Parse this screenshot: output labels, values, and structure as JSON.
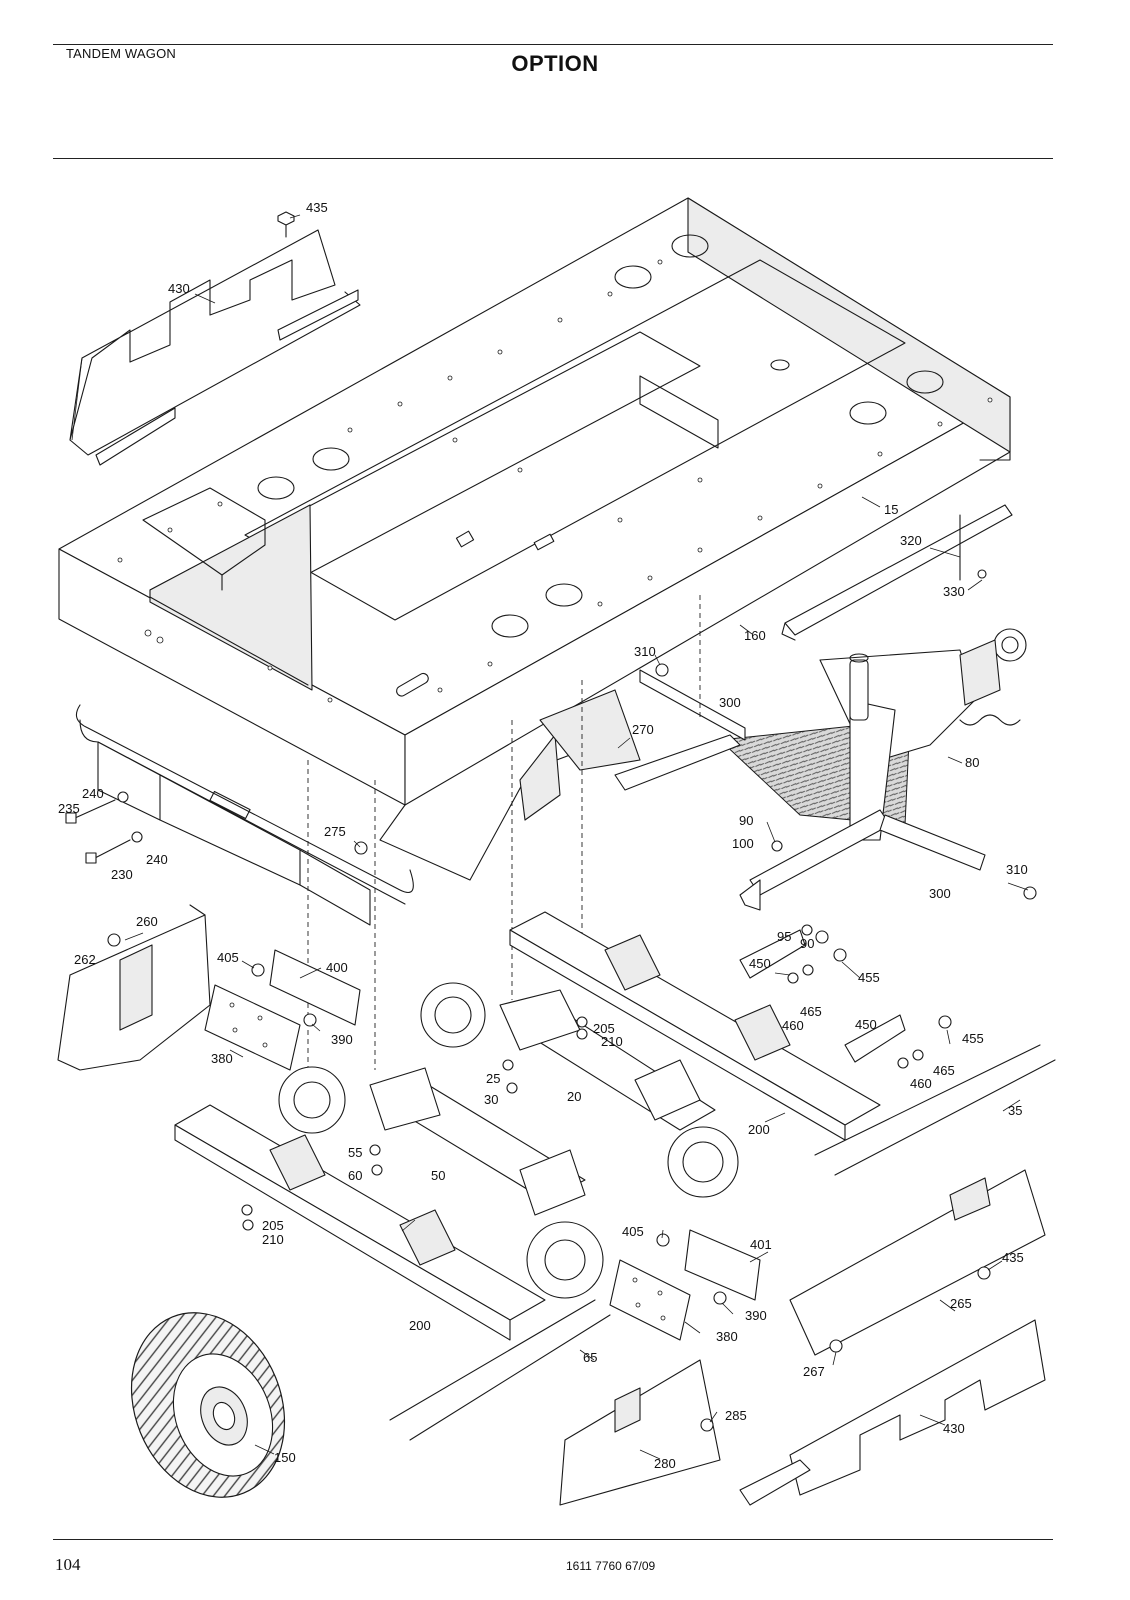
{
  "header": {
    "product": "TANDEM WAGON",
    "section": "OPTION"
  },
  "footer": {
    "page_number": "104",
    "document_number": "1611 7760 67/09"
  },
  "callouts": [
    {
      "id": "c435a",
      "text": "435"
    },
    {
      "id": "c430a",
      "text": "430"
    },
    {
      "id": "c15",
      "text": "15"
    },
    {
      "id": "c320",
      "text": "320"
    },
    {
      "id": "c330",
      "text": "330"
    },
    {
      "id": "c160",
      "text": "160"
    },
    {
      "id": "c310a",
      "text": "310"
    },
    {
      "id": "c300a",
      "text": "300"
    },
    {
      "id": "c270",
      "text": "270"
    },
    {
      "id": "c80",
      "text": "80"
    },
    {
      "id": "c240a",
      "text": "240"
    },
    {
      "id": "c235",
      "text": "235"
    },
    {
      "id": "c275",
      "text": "275"
    },
    {
      "id": "c240b",
      "text": "240"
    },
    {
      "id": "c230",
      "text": "230"
    },
    {
      "id": "c90a",
      "text": "90"
    },
    {
      "id": "c100",
      "text": "100"
    },
    {
      "id": "c310b",
      "text": "310"
    },
    {
      "id": "c300b",
      "text": "300"
    },
    {
      "id": "c95",
      "text": "95"
    },
    {
      "id": "c90b",
      "text": "90"
    },
    {
      "id": "c260",
      "text": "260"
    },
    {
      "id": "c262",
      "text": "262"
    },
    {
      "id": "c405a",
      "text": "405"
    },
    {
      "id": "c400",
      "text": "400"
    },
    {
      "id": "c390a",
      "text": "390"
    },
    {
      "id": "c380a",
      "text": "380"
    },
    {
      "id": "c450a",
      "text": "450"
    },
    {
      "id": "c455a",
      "text": "455"
    },
    {
      "id": "c465a",
      "text": "465"
    },
    {
      "id": "c460a",
      "text": "460"
    },
    {
      "id": "c450b",
      "text": "450"
    },
    {
      "id": "c455b",
      "text": "455"
    },
    {
      "id": "c465b",
      "text": "465"
    },
    {
      "id": "c460b",
      "text": "460"
    },
    {
      "id": "c205a",
      "text": "205"
    },
    {
      "id": "c210a",
      "text": "210"
    },
    {
      "id": "c25",
      "text": "25"
    },
    {
      "id": "c30",
      "text": "30"
    },
    {
      "id": "c20",
      "text": "20"
    },
    {
      "id": "c200a",
      "text": "200"
    },
    {
      "id": "c35",
      "text": "35"
    },
    {
      "id": "c55",
      "text": "55"
    },
    {
      "id": "c60",
      "text": "60"
    },
    {
      "id": "c50",
      "text": "50"
    },
    {
      "id": "c205b",
      "text": "205"
    },
    {
      "id": "c210b",
      "text": "210"
    },
    {
      "id": "c405b",
      "text": "405"
    },
    {
      "id": "c401",
      "text": "401"
    },
    {
      "id": "c435b",
      "text": "435"
    },
    {
      "id": "c390b",
      "text": "390"
    },
    {
      "id": "c380b",
      "text": "380"
    },
    {
      "id": "c265",
      "text": "265"
    },
    {
      "id": "c200b",
      "text": "200"
    },
    {
      "id": "c65",
      "text": "65"
    },
    {
      "id": "c267",
      "text": "267"
    },
    {
      "id": "c285",
      "text": "285"
    },
    {
      "id": "c430b",
      "text": "430"
    },
    {
      "id": "c280",
      "text": "280"
    },
    {
      "id": "c150",
      "text": "150"
    }
  ]
}
